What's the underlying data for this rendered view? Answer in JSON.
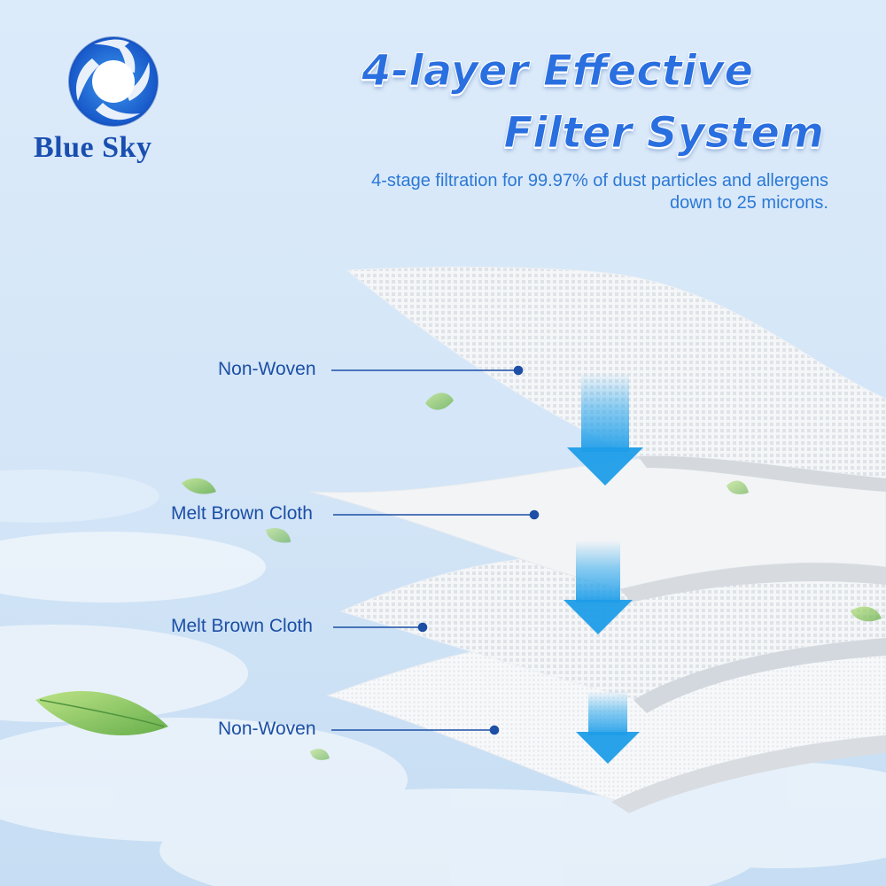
{
  "brand": {
    "name": "Blue Sky",
    "logo_icon": "aperture-ring-logo"
  },
  "headline": {
    "line1": "4-layer Effective",
    "line2": "Filter System"
  },
  "subtitle": {
    "line1": "4-stage filtration for 99.97% of dust particles and allergens",
    "line2": "down to 25 microns."
  },
  "layers": [
    {
      "label": "Non-Woven"
    },
    {
      "label": "Melt Brown Cloth"
    },
    {
      "label": "Melt Brown Cloth"
    },
    {
      "label": "Non-Woven"
    }
  ],
  "colors": {
    "background_top": "#dcebfa",
    "background_bottom": "#cfe3f6",
    "brand_blue": "#1a4fb0",
    "headline_blue": "#2a6fe0",
    "arrow_blue": "#2fa8ec",
    "leaf_green": "#8fcf55"
  }
}
